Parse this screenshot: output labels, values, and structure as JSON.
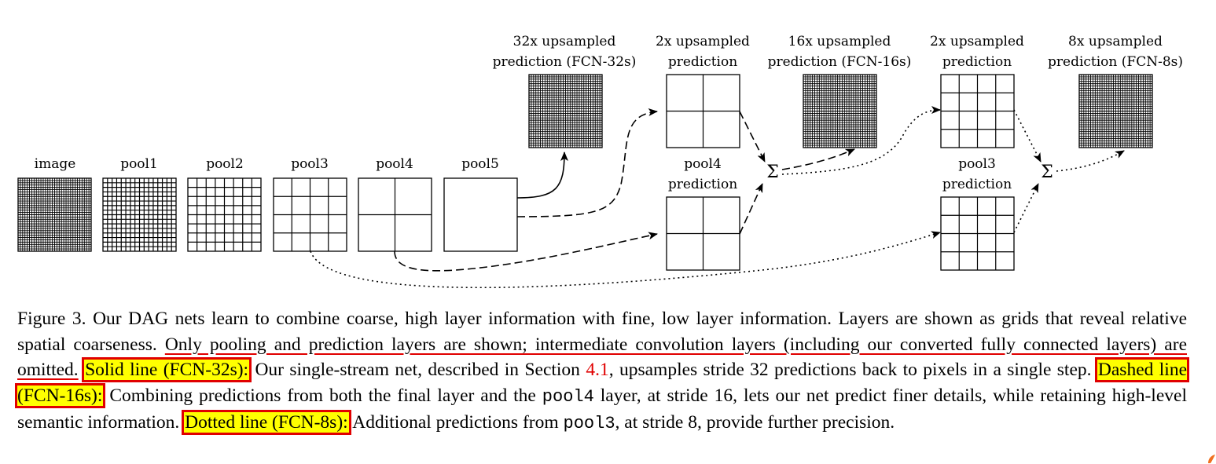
{
  "diagram": {
    "layers": [
      {
        "id": "image",
        "label": "image",
        "cells": 32
      },
      {
        "id": "pool1",
        "label": "pool1",
        "cells": 16
      },
      {
        "id": "pool2",
        "label": "pool2",
        "cells": 8
      },
      {
        "id": "pool3",
        "label": "pool3",
        "cells": 4
      },
      {
        "id": "pool4",
        "label": "pool4",
        "cells": 2
      },
      {
        "id": "pool5",
        "label": "pool5",
        "cells": 1
      }
    ],
    "predictions": [
      {
        "id": "fcn32",
        "lines": [
          "32x upsampled",
          "prediction (FCN-32s)"
        ],
        "cells": 32
      },
      {
        "id": "up2a",
        "lines": [
          "2x upsampled",
          "prediction"
        ],
        "cells": 2
      },
      {
        "id": "fcn16",
        "lines": [
          "16x upsampled",
          "prediction (FCN-16s)"
        ],
        "cells": 32
      },
      {
        "id": "up2b",
        "lines": [
          "2x upsampled",
          "prediction"
        ],
        "cells": 4
      },
      {
        "id": "fcn8",
        "lines": [
          "8x upsampled",
          "prediction (FCN-8s)"
        ],
        "cells": 32
      },
      {
        "id": "pool4pred",
        "lines": [
          "pool4",
          "prediction"
        ],
        "cells": 2
      },
      {
        "id": "pool3pred",
        "lines": [
          "pool3",
          "prediction"
        ],
        "cells": 4
      }
    ],
    "sum_symbol": "Σ"
  },
  "caption": {
    "part1": "Figure 3.  Our DAG nets learn to combine coarse, high layer information with fine, low layer information. Layers are shown as grids that reveal relative spatial coarseness. ",
    "underlined": "Only pooling and prediction layers are shown; intermediate convolution layers (including our converted fully connected layers) are omitted.",
    "solid_label": "Solid line (FCN-32s):",
    "part2": " Our single-stream net, described in Section ",
    "section_ref": "4.1",
    "part3": ", upsamples stride 32 predictions back to pixels in a single step. ",
    "dashed_label": "Dashed line (FCN-16s):",
    "part4": " Combining predictions from both the final layer and the ",
    "code_pool4": "pool4",
    "part5": " layer, at stride 16, lets our net predict finer details, while retaining high-level semantic information. ",
    "dotted_label": "Dotted line (FCN-8s):",
    "part6": " Additional predictions from ",
    "code_pool3": "pool3",
    "part7": ", at stride 8, provide further precision."
  },
  "colors": {
    "highlight": "#ffff00",
    "annotation_red": "#e00000",
    "corner_mark": "#f07020"
  }
}
